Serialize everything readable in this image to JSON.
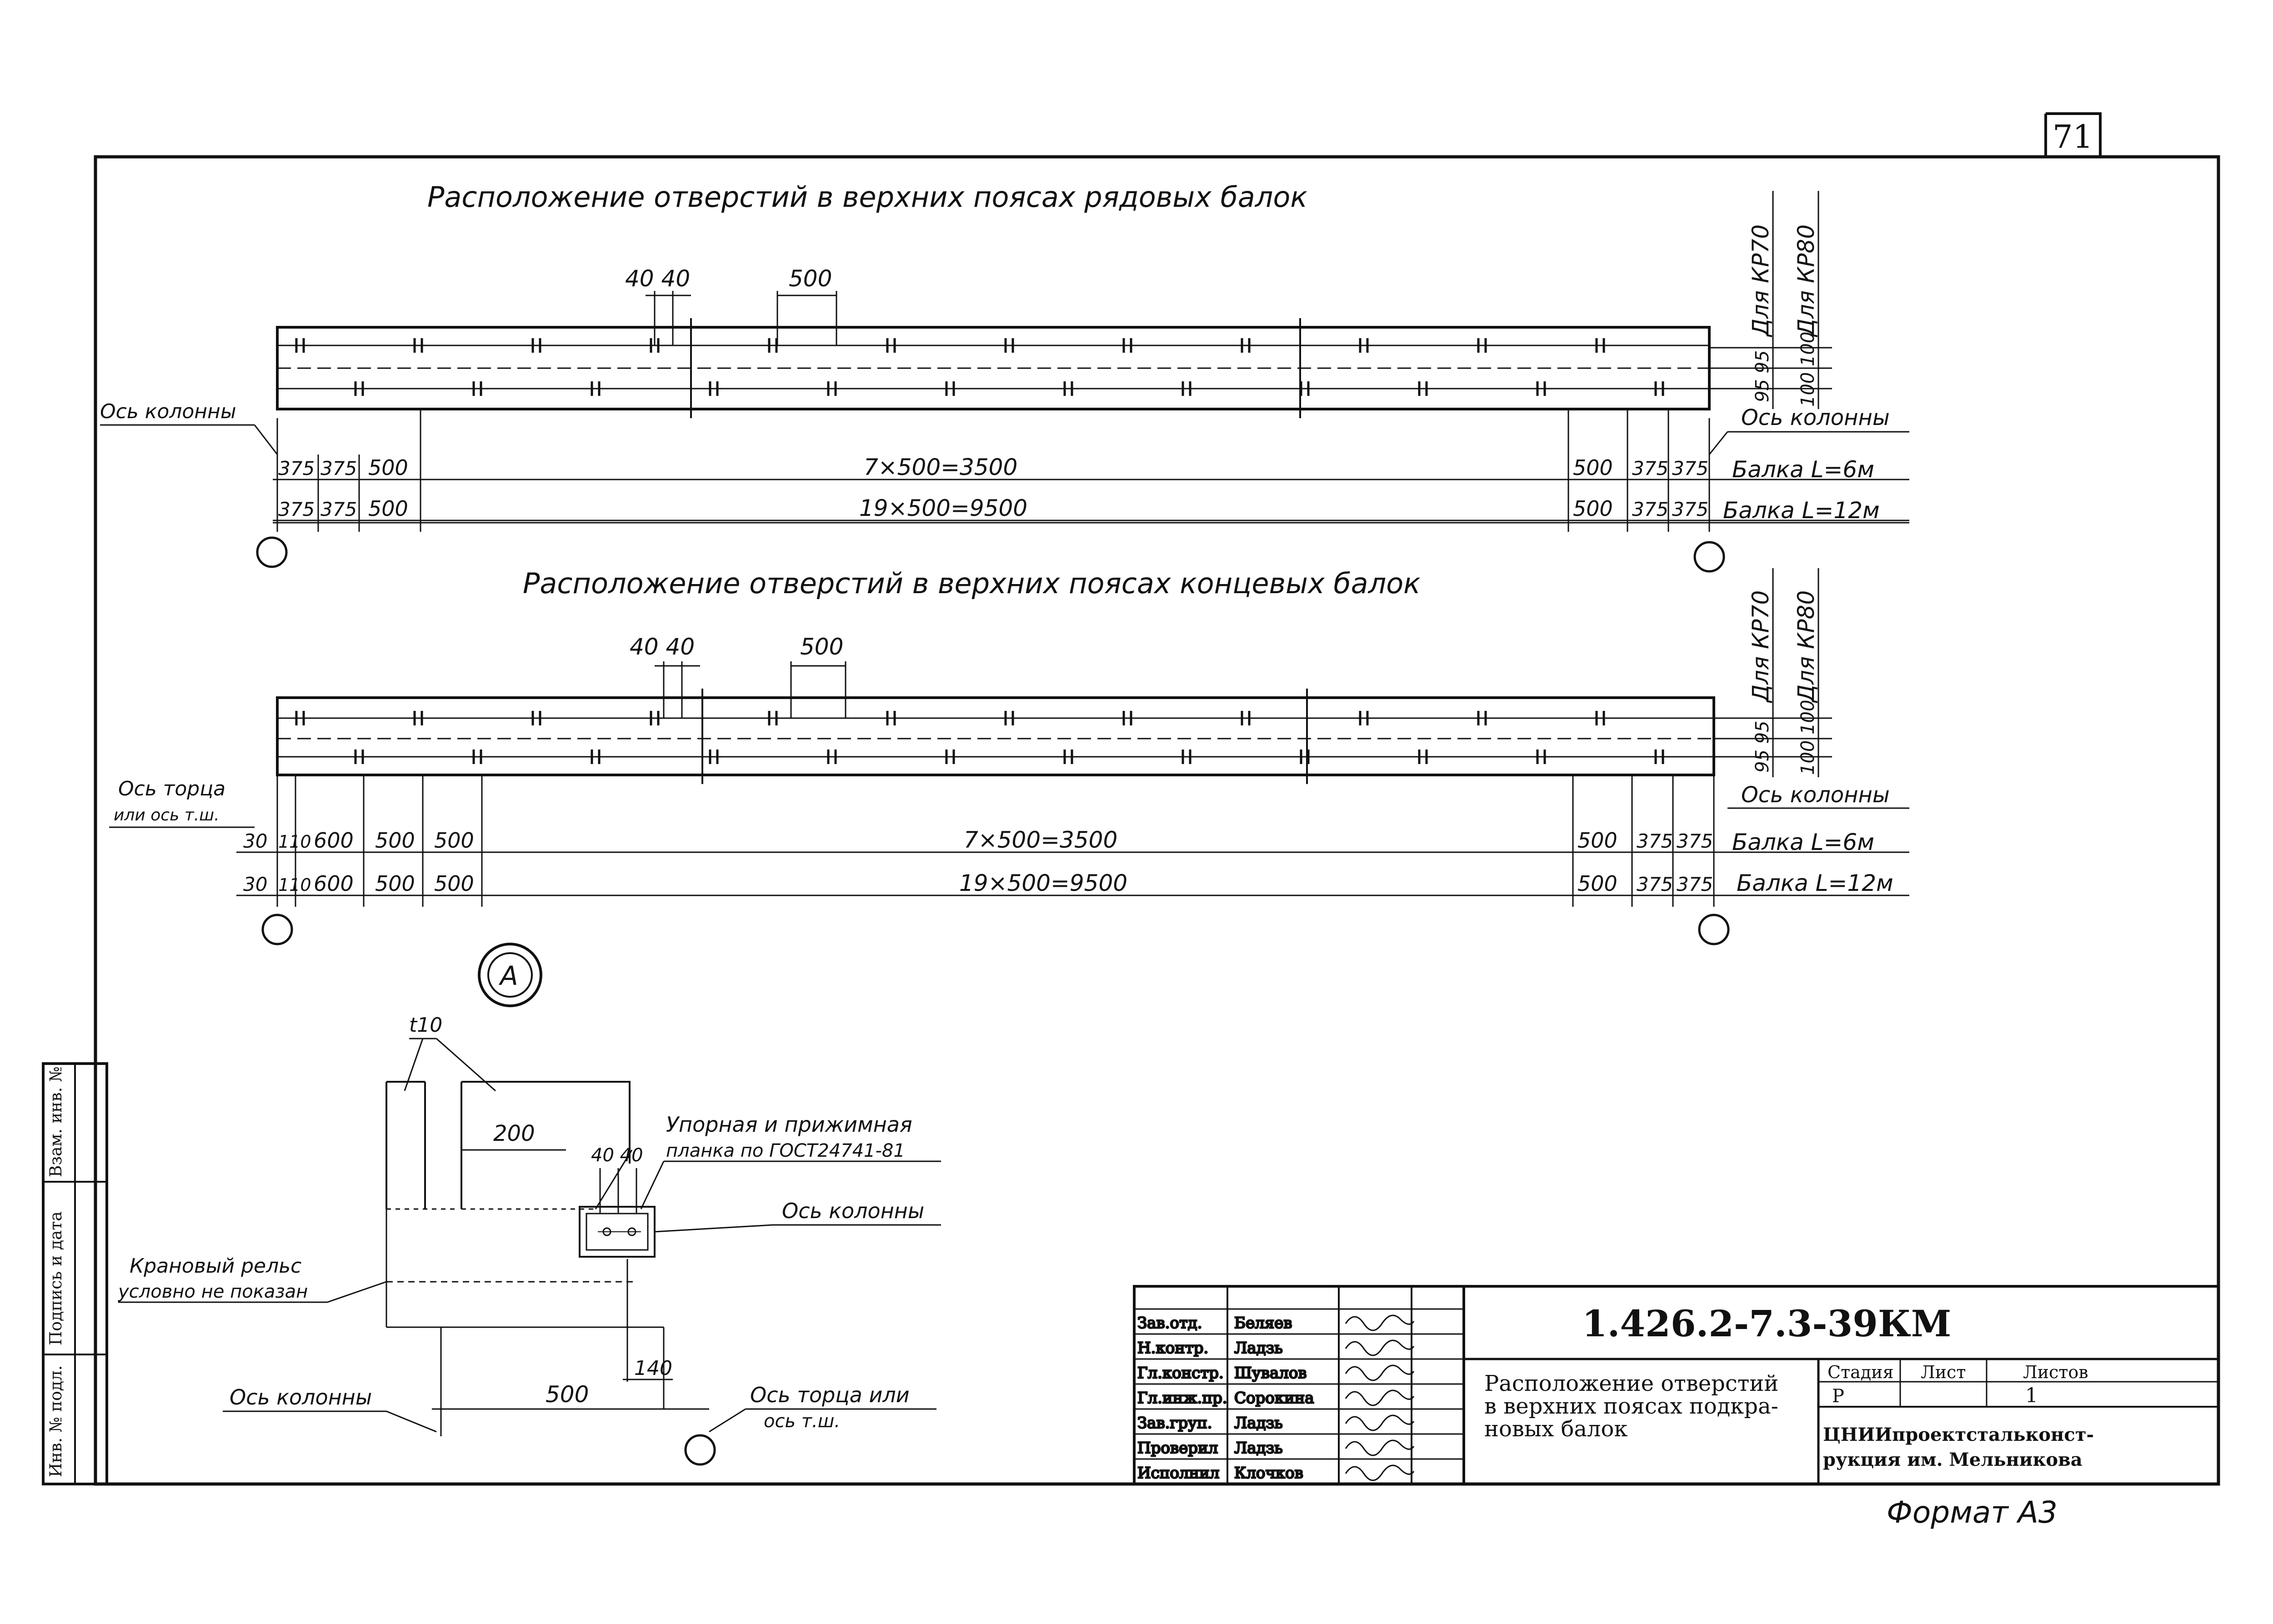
{
  "sheet_number": "71",
  "format_label": "Формат А3",
  "section1": {
    "title": "Расположение отверстий в верхних поясах рядовых балок",
    "dim_40_40": "40 40",
    "dim_500": "500",
    "side_label_kr70": "Для КР70",
    "side_label_kr80": "Для КР80",
    "side_dim_95": "95 95",
    "side_dim_100": "100 100",
    "axis_left": "Ось колонны",
    "axis_right": "Ось колонны",
    "row1_left": [
      "375",
      "375",
      "500"
    ],
    "row1_mid": "7×500=3500",
    "row1_right": [
      "500",
      "375",
      "375"
    ],
    "row1_label": "Балка L=6м",
    "row2_left": [
      "375",
      "375",
      "500"
    ],
    "row2_mid": "19×500=9500",
    "row2_right": [
      "500",
      "375",
      "375"
    ],
    "row2_label": "Балка L=12м"
  },
  "section2": {
    "title": "Расположение отверстий в верхних поясах концевых балок",
    "dim_40_40": "40 40",
    "dim_500": "500",
    "side_label_kr70": "Для КР70",
    "side_label_kr80": "Для КР80",
    "side_dim_95": "95 95",
    "side_dim_100": "100 100",
    "axis_left_1": "Ось торца",
    "axis_left_2": "или ось т.ш.",
    "axis_right": "Ось колонны",
    "row1_left": [
      "30",
      "110",
      "600",
      "500",
      "500"
    ],
    "row1_mid": "7×500=3500",
    "row1_right": [
      "500",
      "375",
      "375"
    ],
    "row1_label": "Балка L=6м",
    "row2_left": [
      "30",
      "110",
      "600",
      "500",
      "500"
    ],
    "row2_mid": "19×500=9500",
    "row2_right": [
      "500",
      "375",
      "375"
    ],
    "row2_label": "Балка L=12м"
  },
  "detail": {
    "mark": "А",
    "plate": "t10",
    "dim_200": "200",
    "dim_40_40": "40 40",
    "stop_plate_1": "Упорная и прижимная",
    "stop_plate_2": "планка по ГОСТ24741-81",
    "axis_column": "Ось колонны",
    "rail_1": "Крановый рельс",
    "rail_2": "условно не показан",
    "dim_140": "140",
    "dim_500": "500",
    "axis_column_bottom": "Ось колонны",
    "axis_end_1": "Ось торца или",
    "axis_end_2": "ось т.ш."
  },
  "side_stamp": [
    "Инв. № подл.",
    "Подпись и дата",
    "Взам. инв. №"
  ],
  "title_block": {
    "code": "1.426.2-7.3-39КМ",
    "roles": [
      "Зав.отд.",
      "Н.контр.",
      "Гл.констр.",
      "Гл.инж.пр.",
      "Зав.груп.",
      "Проверил",
      "Исполнил"
    ],
    "names": [
      "Беляев",
      "Ладзь",
      "Шувалов",
      "Сорокина",
      "Ладзь",
      "Ладзь",
      "Клочков"
    ],
    "description": [
      "Расположение отверстий",
      "в верхних поясах подкра-",
      "новых балок"
    ],
    "stage_header": "Стадия",
    "sheet_header": "Лист",
    "sheets_header": "Листов",
    "stage_value": "Р",
    "sheet_value": "1",
    "sheets_value": "",
    "org": [
      "ЦНИИпроектстальконст-",
      "рукция им. Мельникова"
    ]
  }
}
